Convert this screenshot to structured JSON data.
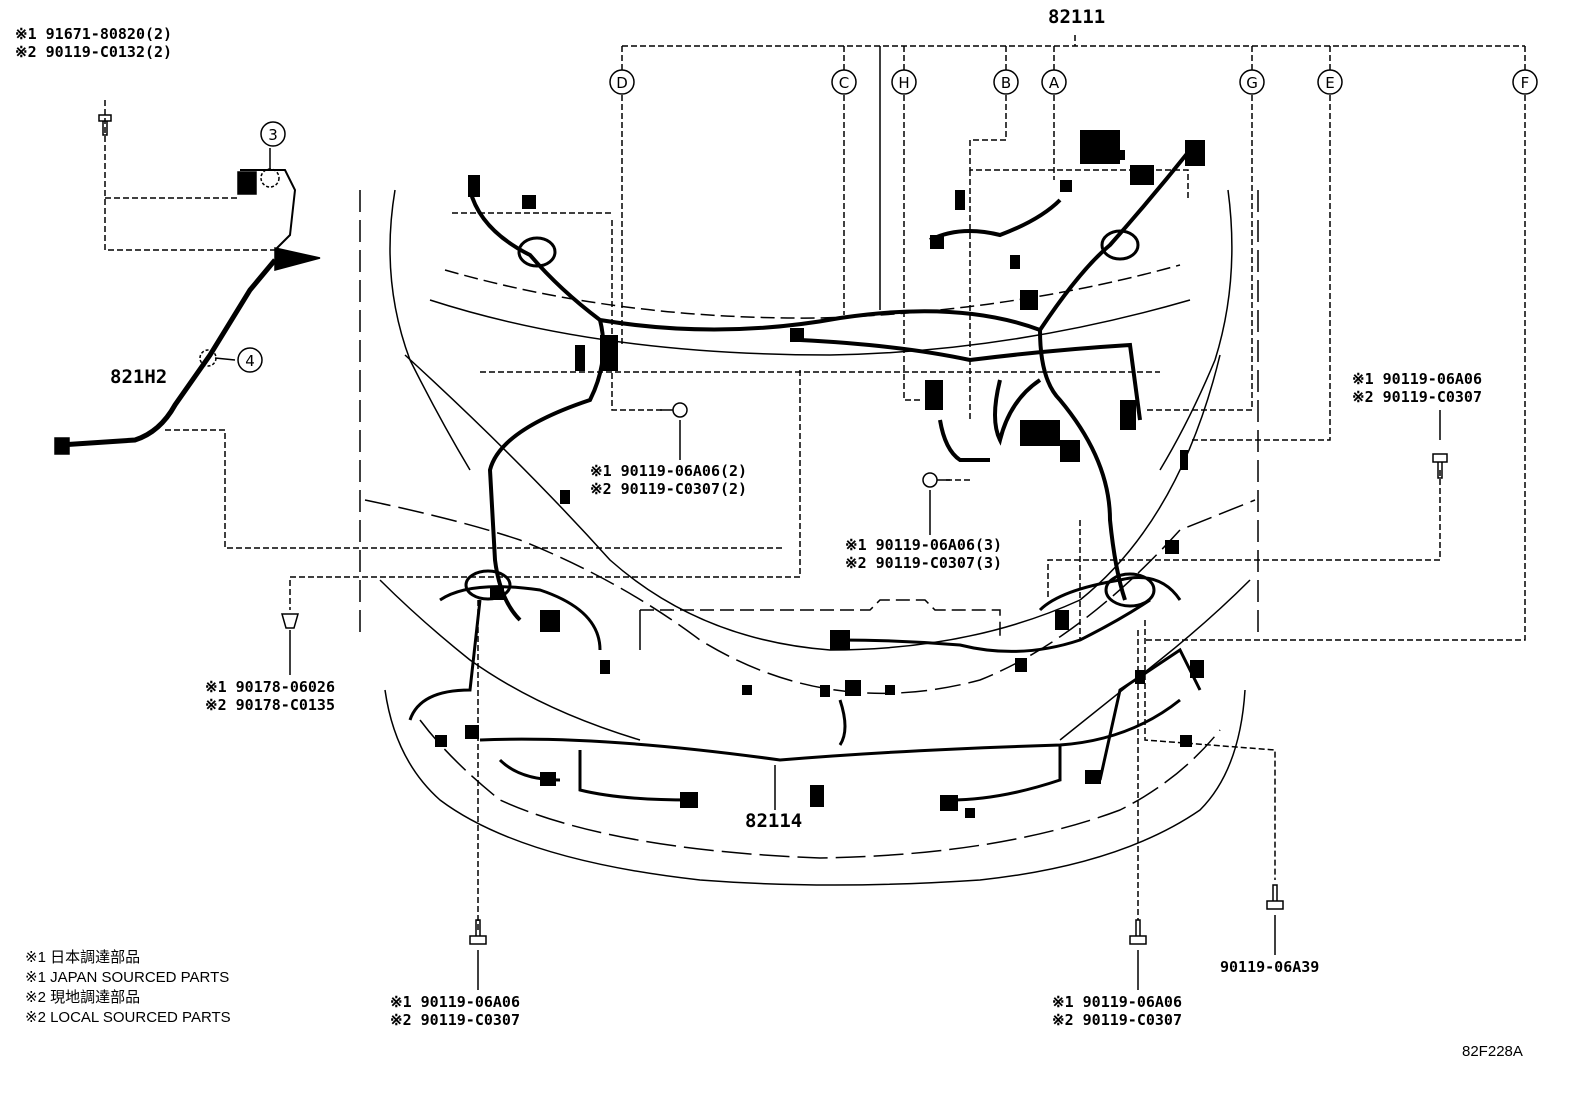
{
  "main_part": "82111",
  "callouts": [
    "D",
    "C",
    "H",
    "B",
    "A",
    "G",
    "E",
    "F"
  ],
  "circled_refs": [
    "3",
    "4"
  ],
  "parts": {
    "p821h2": "821H2",
    "p82114": "82114"
  },
  "fasteners": {
    "top_left": [
      "※1 91671-80820(2)",
      "※2 90119-C0132(2)"
    ],
    "center_left": [
      "※1 90119-06A06(2)",
      "※2 90119-C0307(2)"
    ],
    "center": [
      "※1 90119-06A06(3)",
      "※2 90119-C0307(3)"
    ],
    "right": [
      "※1 90119-06A06",
      "※2 90119-C0307"
    ],
    "clip_left": [
      "※1 90178-06026",
      "※2 90178-C0135"
    ],
    "bottom_left": [
      "※1 90119-06A06",
      "※2 90119-C0307"
    ],
    "bottom_right": [
      "※1 90119-06A06",
      "※2 90119-C0307"
    ],
    "bottom_far_right": "90119-06A39"
  },
  "legend": [
    "※1 日本調達部品",
    "※1 JAPAN SOURCED PARTS",
    "※2 現地調達部品",
    "※2 LOCAL SOURCED PARTS"
  ],
  "figure_code": "82F228A"
}
